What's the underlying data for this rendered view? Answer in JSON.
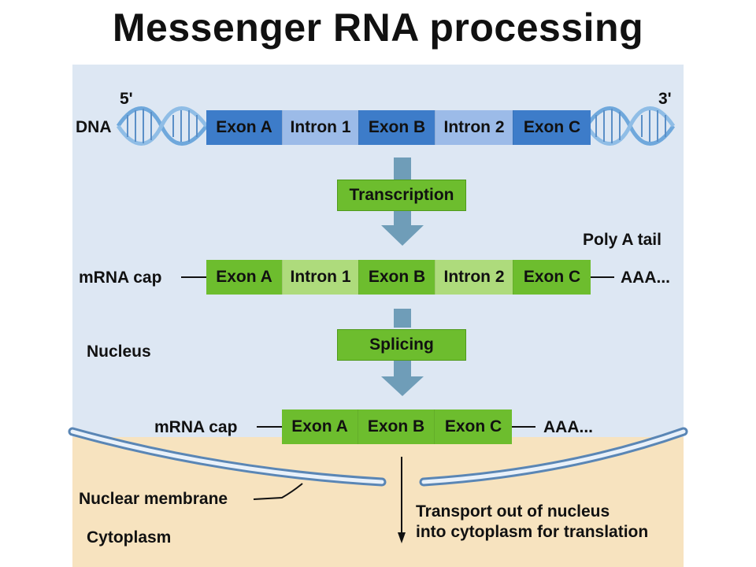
{
  "title": "Messenger RNA processing",
  "dna": {
    "label": "DNA",
    "five_prime": "5'",
    "three_prime": "3'",
    "segments": [
      "Exon A",
      "Intron 1",
      "Exon B",
      "Intron 2",
      "Exon C"
    ]
  },
  "steps": {
    "transcription": "Transcription",
    "splicing": "Splicing"
  },
  "pre_mrna": {
    "cap_label": "mRNA cap",
    "tail_label": "AAA...",
    "poly_a_label": "Poly A tail",
    "segments": [
      "Exon A",
      "Intron 1",
      "Exon B",
      "Intron 2",
      "Exon C"
    ]
  },
  "mature_mrna": {
    "cap_label": "mRNA cap",
    "tail_label": "AAA...",
    "segments": [
      "Exon A",
      "Exon B",
      "Exon C"
    ]
  },
  "regions": {
    "nucleus": "Nucleus",
    "nuclear_membrane": "Nuclear membrane",
    "cytoplasm": "Cytoplasm"
  },
  "transport_label_1": "Transport out of nucleus",
  "transport_label_2": "into cytoplasm for translation",
  "colors": {
    "dna_exon": "#3d7cc9",
    "dna_intron": "#9cbbe8",
    "rna_exon": "#6dbd2e",
    "rna_intron": "#aedb7c",
    "nucleus_bg": "#dde7f3",
    "cytoplasm_bg": "#f7e3bf",
    "arrow": "#6f9db8"
  }
}
